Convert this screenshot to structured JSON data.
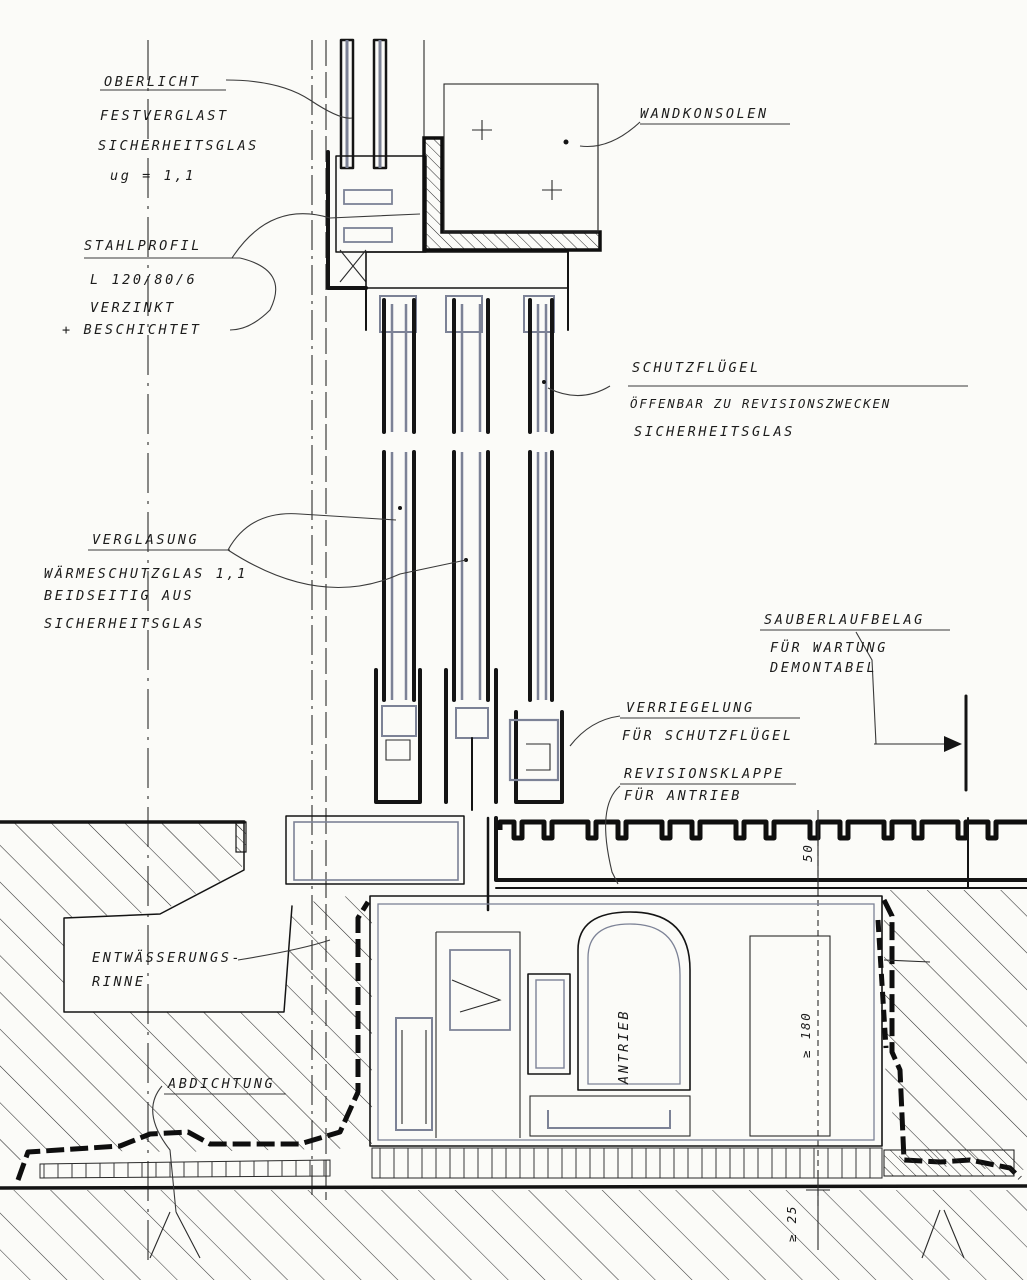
{
  "labels": {
    "oberlicht": [
      "OBERLICHT",
      "FESTVERGLAST",
      "SICHERHEITSGLAS",
      "ug = 1,1"
    ],
    "stahlprofil": [
      "STAHLPROFIL",
      "L 120/80/6",
      "VERZINKT",
      "+ BESCHICHTET"
    ],
    "wandkonsolen": [
      "WANDKONSOLEN"
    ],
    "schutzfluegel": [
      "SCHUTZFLÜGEL",
      "ÖFFENBAR ZU REVISIONSZWECKEN",
      "SICHERHEITSGLAS"
    ],
    "verglasung": [
      "VERGLASUNG",
      "WÄRMESCHUTZGLAS 1,1",
      "BEIDSEITIG AUS",
      "SICHERHEITSGLAS"
    ],
    "sauberlauf": [
      "SAUBERLAUFBELAG",
      "FÜR WARTUNG",
      "DEMONTABEL"
    ],
    "verriegelung": [
      "VERRIEGELUNG",
      "FÜR SCHUTZFLÜGEL"
    ],
    "revisionsklappe": [
      "REVISIONSKLAPPE",
      "FÜR ANTRIEB"
    ],
    "entwaesserung": [
      "ENTWÄSSERUNGS-",
      "RINNE"
    ],
    "abdichtung": [
      "ABDICHTUNG"
    ],
    "antrieb": [
      "ANTRIEB"
    ]
  },
  "dimensions": {
    "d50": "50",
    "d180": "≥ 180",
    "d25": "≥ 25"
  },
  "colors": {
    "ink": "#141414",
    "pencil": "#7c8296",
    "paper": "#fbfbf8"
  }
}
